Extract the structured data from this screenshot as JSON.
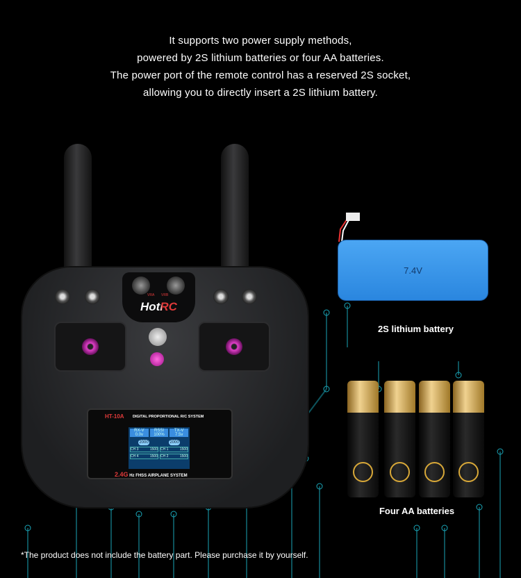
{
  "intro": [
    "It supports two power supply methods,",
    "powered by 2S lithium batteries or four AA batteries.",
    "The power port of the remote control has a reserved 2S socket,",
    "allowing you to directly insert a 2S lithium battery."
  ],
  "controller": {
    "brand": "HotRC",
    "knob_labels": [
      "VRA",
      "VRB"
    ],
    "screen": {
      "model": "HT-10A",
      "header": "DIGITAL PROPORTIONAL R/C SYSTEM",
      "footer_big": "2.4G",
      "footer": "Hz FHSS AIRPLANE SYSTEM",
      "cols": [
        {
          "k": "RX-V",
          "v": "0.0v"
        },
        {
          "k": "RSSI",
          "v": "100%"
        },
        {
          "k": "TX-V",
          "v": "7.5v"
        }
      ],
      "trims": [
        "2000",
        "2000"
      ],
      "channels": [
        [
          "CH 3",
          "1500"
        ],
        [
          "CH 1",
          "1500"
        ],
        [
          "CH 4",
          "1500"
        ],
        [
          "CH 2",
          "1500"
        ]
      ]
    }
  },
  "lipo": {
    "voltage": "7.4V",
    "label": "2S lithium battery",
    "color": "#3a9bef"
  },
  "aa": {
    "count": 4,
    "label": "Four AA batteries"
  },
  "footnote": "*The product does not include the battery part. Please purchase it by yourself.",
  "colors": {
    "circuit": "#1aa6b8",
    "accent": "#e03a3a"
  }
}
